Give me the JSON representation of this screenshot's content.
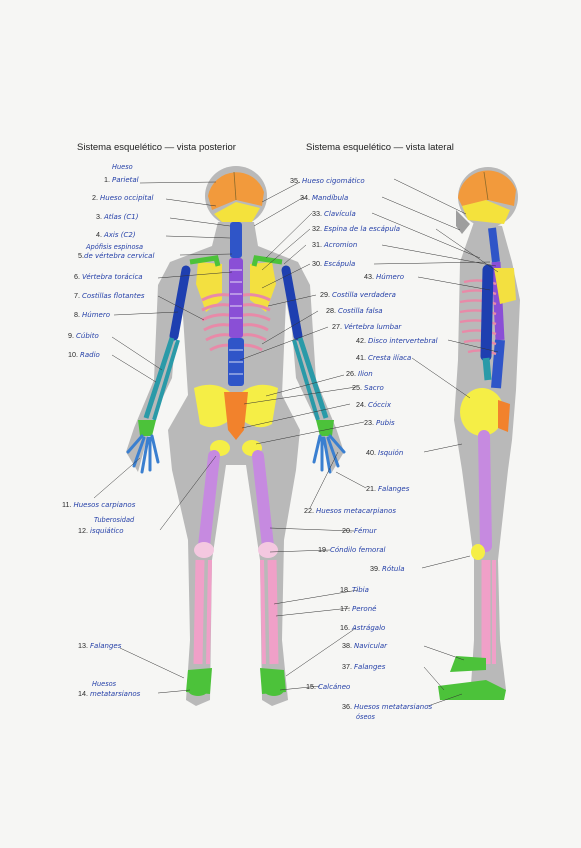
{
  "titles": {
    "posterior": "Sistema esquelético — vista posterior",
    "lateral": "Sistema esquelético — vista lateral"
  },
  "notes": {
    "hueso": "Hueso",
    "apofisis_1": "Apófisis espinosa",
    "tuberosidad": "Tuberosidad",
    "huesos_14": "Huesos",
    "oseos_36": "óseos"
  },
  "labels": [
    {
      "n": "1.",
      "text": "Parietal"
    },
    {
      "n": "2.",
      "text": "Hueso occipital"
    },
    {
      "n": "3.",
      "text": "Atlas (C1)"
    },
    {
      "n": "4.",
      "text": "Axis (C2)"
    },
    {
      "n": "5.",
      "text": "de vértebra cervical"
    },
    {
      "n": "6.",
      "text": "Vértebra torácica"
    },
    {
      "n": "7.",
      "text": "Costillas flotantes"
    },
    {
      "n": "8.",
      "text": "Húmero"
    },
    {
      "n": "9.",
      "text": "Cúbito"
    },
    {
      "n": "10.",
      "text": "Radio"
    },
    {
      "n": "11.",
      "text": "Huesos carpianos"
    },
    {
      "n": "12.",
      "text": "isquiático"
    },
    {
      "n": "13.",
      "text": "Falanges"
    },
    {
      "n": "14.",
      "text": "metatarsianos"
    },
    {
      "n": "15.",
      "text": "Calcáneo"
    },
    {
      "n": "16.",
      "text": "Astrágalo"
    },
    {
      "n": "17.",
      "text": "Peroné"
    },
    {
      "n": "18.",
      "text": "Tibia"
    },
    {
      "n": "19.",
      "text": "Cóndilo femoral"
    },
    {
      "n": "20.",
      "text": "Fémur"
    },
    {
      "n": "21.",
      "text": "Falanges"
    },
    {
      "n": "22.",
      "text": "Huesos metacarpianos"
    },
    {
      "n": "23.",
      "text": "Pubis"
    },
    {
      "n": "24.",
      "text": "Cóccix"
    },
    {
      "n": "25.",
      "text": "Sacro"
    },
    {
      "n": "26.",
      "text": "Ilion"
    },
    {
      "n": "27.",
      "text": "Vértebra lumbar"
    },
    {
      "n": "28.",
      "text": "Costilla falsa"
    },
    {
      "n": "29.",
      "text": "Costilla verdadera"
    },
    {
      "n": "30.",
      "text": "Escápula"
    },
    {
      "n": "31.",
      "text": "Acromion"
    },
    {
      "n": "32.",
      "text": "Espina de la escápula"
    },
    {
      "n": "33.",
      "text": "Clavícula"
    },
    {
      "n": "34.",
      "text": "Mandíbula"
    },
    {
      "n": "35.",
      "text": "Hueso cigomático"
    },
    {
      "n": "36.",
      "text": "Huesos metatarsianos"
    },
    {
      "n": "37.",
      "text": "Falanges"
    },
    {
      "n": "38.",
      "text": "Navicular"
    },
    {
      "n": "39.",
      "text": "Rótula"
    },
    {
      "n": "40.",
      "text": "Isquión"
    },
    {
      "n": "41.",
      "text": "Cresta ilíaca"
    },
    {
      "n": "42.",
      "text": "Disco intervertebral"
    },
    {
      "n": "43.",
      "text": "Húmero"
    }
  ],
  "colors": {
    "paper": "#f6f6f4",
    "body": "#b9b9b9",
    "skull_orange": "#f29a3c",
    "skull_yellow": "#f4e23c",
    "spine_blue": "#2f55c8",
    "spine_purple": "#8a4fd6",
    "humerus": "#1e3fb0",
    "forearm": "#2a9aa8",
    "hand": "#3a7fd0",
    "scapula": "#f3e040",
    "ribs": "#e88aa8",
    "pelvis": "#f5ee46",
    "sacrum": "#f2822c",
    "femur": "#c68ae0",
    "tibia": "#f0a0c8",
    "foot_green": "#4cc23a",
    "ink": "#2540a8"
  }
}
